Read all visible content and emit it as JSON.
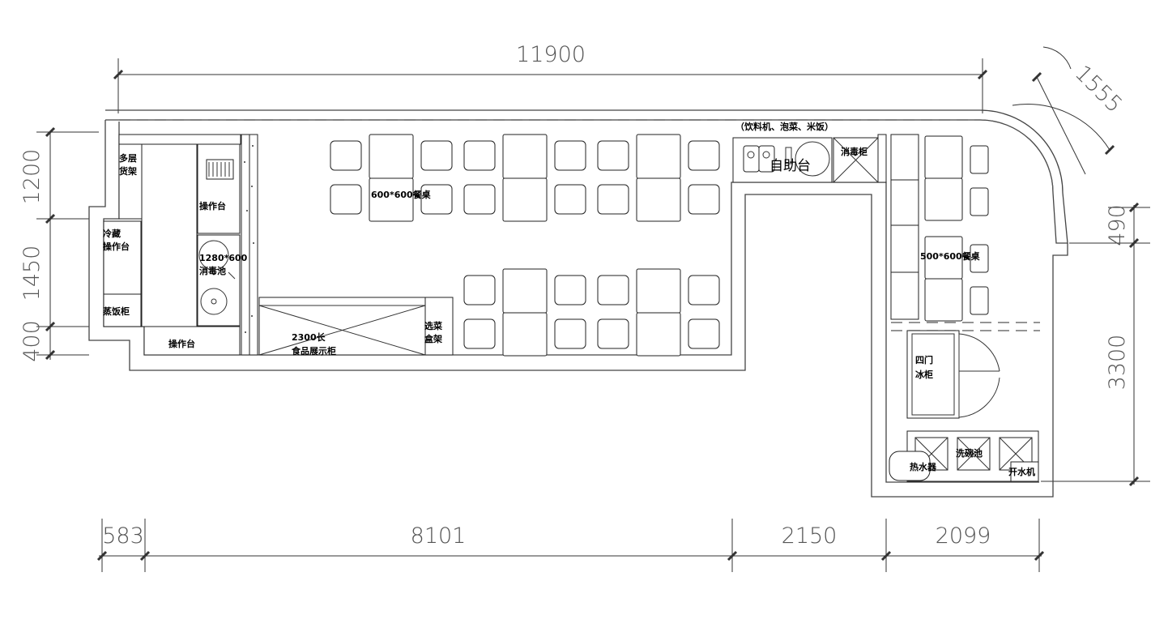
{
  "dimensions": {
    "top": "11900",
    "arc": "1555",
    "left_1": "1200",
    "left_2": "1450",
    "left_3": "400",
    "right_1": "490",
    "right_2": "3300",
    "bottom_1": "583",
    "bottom_2": "8101",
    "bottom_3": "2150",
    "bottom_4": "2099"
  },
  "labels": {
    "multi_shelf_1": "多层",
    "multi_shelf_2": "货架",
    "operation_table_top": "操作台",
    "cold_op_1": "冷藏",
    "cold_op_2": "操作台",
    "sink_1": "1280*600",
    "sink_2": "消毒池",
    "steamer": "蒸饭柜",
    "operation_table_bottom": "操作台",
    "showcase_1": "2300长",
    "showcase_2": "食品展示柜",
    "veg_rack_1": "选菜",
    "veg_rack_2": "盒架",
    "table_label_left": "600*600餐桌",
    "self_service": "自助台",
    "self_service_note": "（饮料机、泡菜、米饭）",
    "disinfect_cabinet": "消毒柜",
    "table_label_right": "500*600餐桌",
    "fridge_1": "四门",
    "fridge_2": "冰柜",
    "wash_sink": "洗碗池",
    "water_heater": "热水器",
    "boiler": "开水机"
  }
}
